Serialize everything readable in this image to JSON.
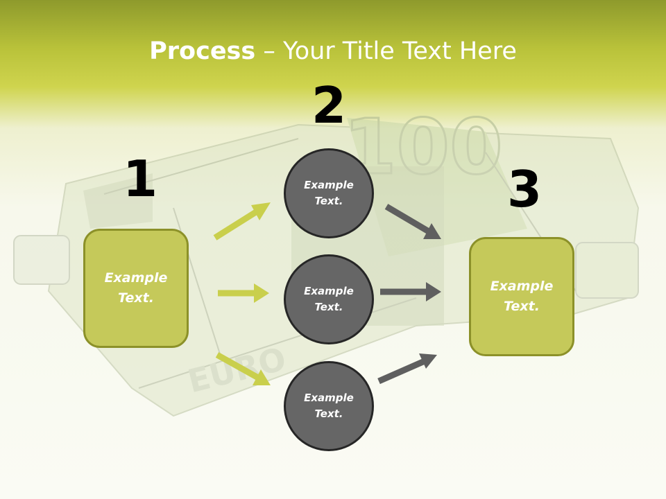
{
  "title": {
    "bold": "Process",
    "rest": " – Your Title Text Here"
  },
  "steps": [
    {
      "number": "1",
      "text": "Example\nText."
    },
    {
      "number": "2"
    },
    {
      "number": "3",
      "text": "Example\nText."
    }
  ],
  "middle": [
    {
      "text": "Example\nText."
    },
    {
      "text": "Example\nText."
    },
    {
      "text": "Example\nText."
    }
  ],
  "background": {
    "watermark_1": "EURO",
    "watermark_2": "100"
  },
  "colors": {
    "header_dark": "#8e9a2c",
    "header_light": "#cfd44e",
    "box_fill": "#c5c95a",
    "box_border": "#8c9129",
    "circle_fill": "#666666",
    "circle_border": "#262626",
    "arrow_left": "#c9cf4c",
    "arrow_right": "#5f5f5f"
  }
}
